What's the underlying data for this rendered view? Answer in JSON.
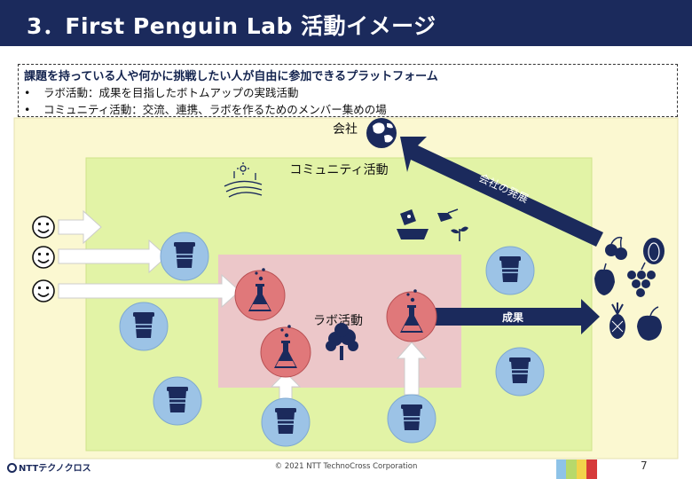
{
  "header": {
    "title": "3．First Penguin Lab 活動イメージ"
  },
  "info": {
    "title": "課題を持っている人や何かに挑戦したい人が自由に参加できるプラットフォーム",
    "bullets": [
      {
        "marker": "•",
        "text": "ラボ活動：成果を目指したボトムアップの実践活動"
      },
      {
        "marker": "•",
        "text": "コミュニティ活動：交流、連携、ラボを作るためのメンバー集めの場"
      }
    ]
  },
  "diagram": {
    "company_label": "会社",
    "community_label": "コミュニティ活動",
    "lab_label": "ラボ活動",
    "company_growth_label": "会社の発展",
    "result_label": "成果"
  },
  "icons": {
    "smiley": "smiley-face-icon",
    "cup": "coffee-cup-icon",
    "flask": "flask-icon",
    "globe": "globe-icon",
    "tree": "tree-icon",
    "field": "field-icon",
    "planting": "planting-icon",
    "fruits": "fruits-icon"
  },
  "colors": {
    "header_bg": "#1b2a5c",
    "outer_bg": "#fbf8d1",
    "community_bg": "#e2f3a6",
    "lab_bg": "#ecc7c9",
    "cup_circle": "#9cc3e6",
    "flask_circle": "#e0787a",
    "arrow_navy": "#1b2a5c"
  },
  "footer": {
    "logo": "NTTテクノクロス",
    "copyright": "© 2021 NTT TechnoCross Corporation",
    "page": "7"
  }
}
